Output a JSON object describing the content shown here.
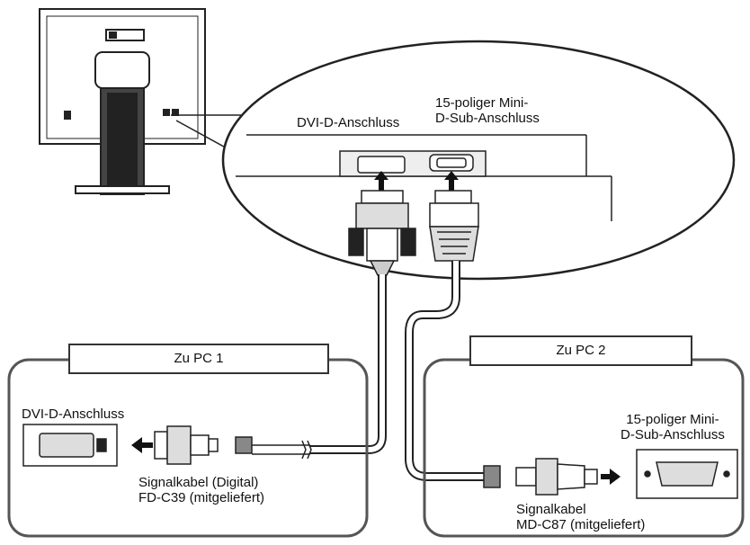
{
  "labels": {
    "top_dvi_port": "DVI-D-Anschluss",
    "top_dsub_port": "15-poliger Mini-\nD-Sub-Anschluss",
    "pc1_title": "Zu PC 1",
    "pc2_title": "Zu PC 2",
    "pc1_port": "DVI-D-Anschluss",
    "pc2_port": "15-poliger Mini-\nD-Sub-Anschluss",
    "cable_digital": "Signalkabel (Digital)\nFD-C39 (mitgeliefert)",
    "cable_analog": "Signalkabel\nMD-C87 (mitgeliefert)"
  },
  "colors": {
    "line": "#222222",
    "fill": "#ffffff",
    "shade": "#888888",
    "dark": "#111111"
  }
}
